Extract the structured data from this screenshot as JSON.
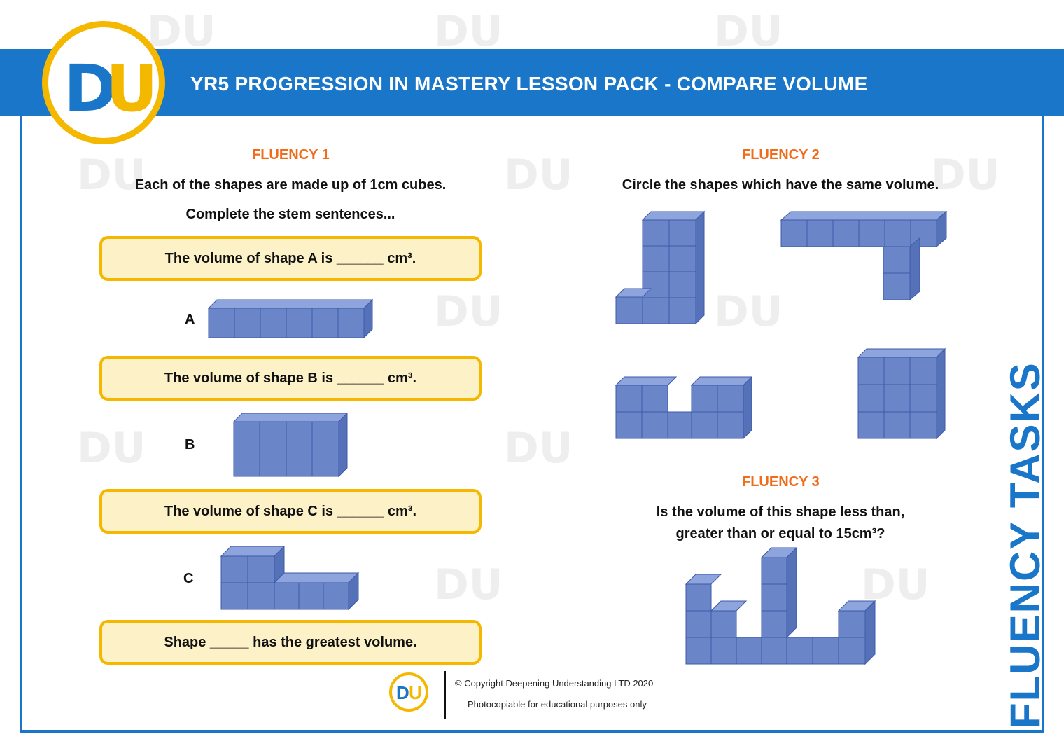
{
  "header": {
    "title": "YR5 PROGRESSION IN MASTERY LESSON PACK - COMPARE VOLUME",
    "logo_d": "D",
    "logo_u": "U"
  },
  "fluency1": {
    "title": "FLUENCY 1",
    "instruction1": "Each of the shapes are made up of 1cm cubes.",
    "instruction2": "Complete the stem sentences...",
    "stem_a": "The volume of shape A is ______ cm³.",
    "stem_b": "The volume of shape B is ______ cm³.",
    "stem_c": "The volume of shape C is ______ cm³.",
    "stem_greatest": "Shape _____ has the greatest volume.",
    "label_a": "A",
    "label_b": "B",
    "label_c": "C"
  },
  "fluency2": {
    "title": "FLUENCY 2",
    "instruction": "Circle the shapes which have the same volume."
  },
  "fluency3": {
    "title": "FLUENCY 3",
    "question_line1": "Is the volume of this shape less than,",
    "question_line2": "greater than or equal to 15cm³?"
  },
  "side_label": "FLUENCY TASKS",
  "footer": {
    "copyright": "© Copyright Deepening Understanding LTD 2020",
    "note": "Photocopiable for educational purposes only",
    "logo_d": "D",
    "logo_u": "U"
  },
  "colors": {
    "brand_blue": "#1976c8",
    "brand_yellow": "#f5b800",
    "section_orange": "#ee6c1b",
    "cube_fill": "#6a86c9",
    "stem_fill": "#fdf1c8"
  }
}
